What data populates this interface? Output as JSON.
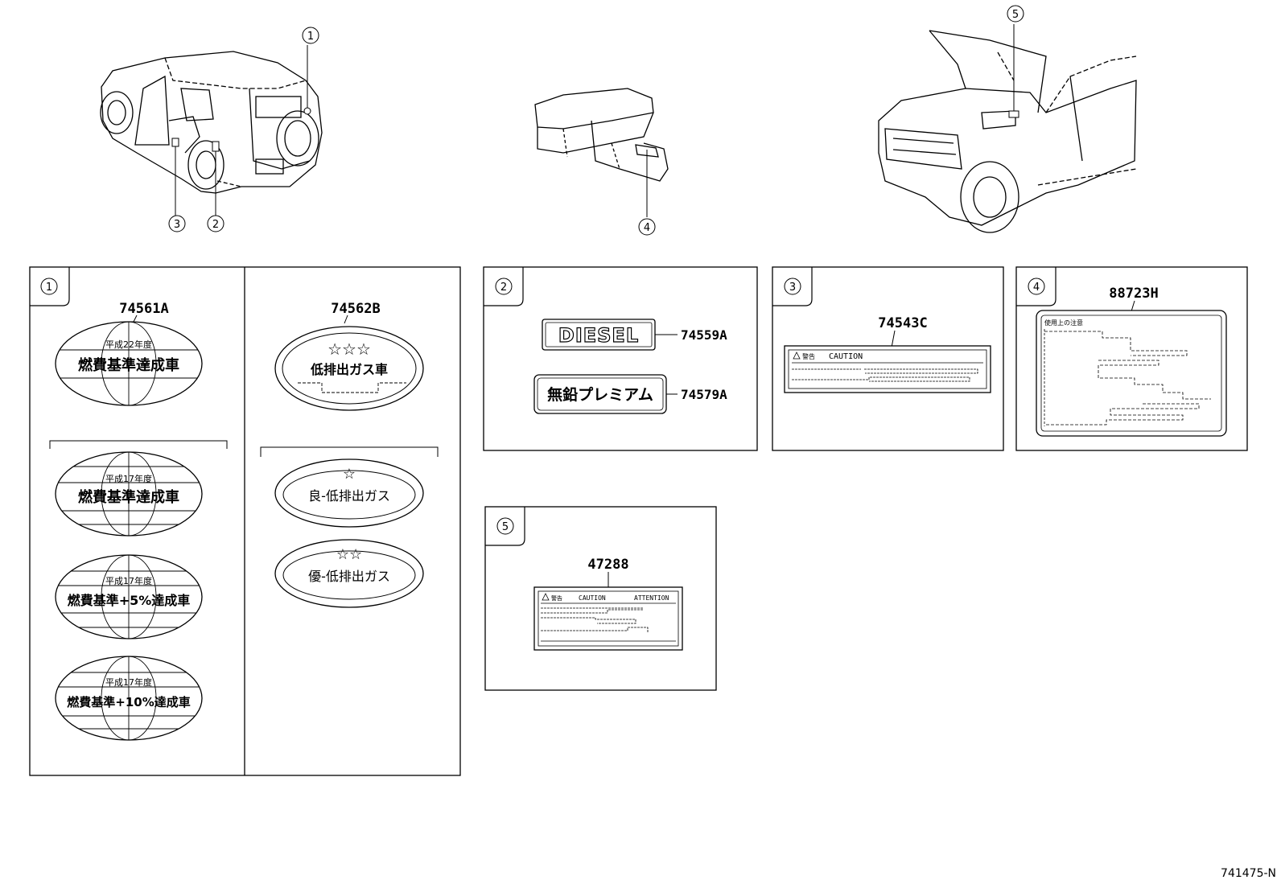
{
  "callouts": {
    "c1": "1",
    "c2": "2",
    "c3": "3",
    "c4": "4",
    "c5": "5"
  },
  "panel1": {
    "badge": "1",
    "left_part": "74561A",
    "right_part": "74562B",
    "ovals": [
      {
        "top": "平成22年度",
        "main": "燃費基準達成車"
      },
      {
        "top": "平成17年度",
        "main": "燃費基準達成車"
      },
      {
        "top": "平成17年度",
        "main": "燃費基準+5%達成車"
      },
      {
        "top": "平成17年度",
        "main": "燃費基準+10%達成車"
      }
    ],
    "emission": [
      {
        "stars": "☆☆☆",
        "main": "低排出ガス車"
      },
      {
        "stars": "☆",
        "main": "良-低排出ガス"
      },
      {
        "stars": "☆☆",
        "main": "優-低排出ガス"
      }
    ]
  },
  "panel2": {
    "badge": "2",
    "diesel_text": "DIESEL",
    "diesel_part": "74559A",
    "premium_text": "無鉛プレミアム",
    "premium_part": "74579A"
  },
  "panel3": {
    "badge": "3",
    "part": "74543C",
    "warn_jp": "警告",
    "caution": "CAUTION"
  },
  "panel4": {
    "badge": "4",
    "part": "88723H",
    "label_title": "使用上の注意"
  },
  "panel5": {
    "badge": "5",
    "part": "47288",
    "warn_jp": "警告",
    "caution": "CAUTION",
    "attention": "ATTENTION"
  },
  "figure_id": "741475-N"
}
